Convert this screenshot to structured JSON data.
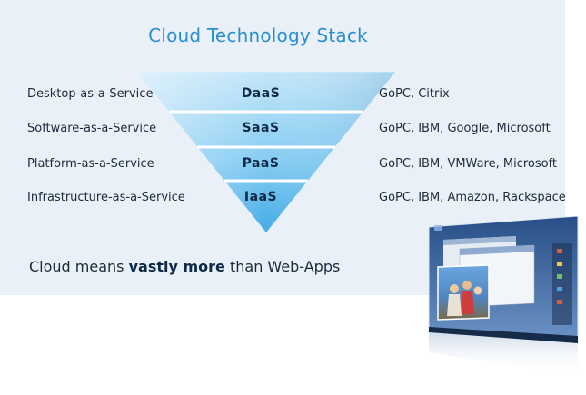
{
  "title": "Cloud Technology Stack",
  "rows": [
    {
      "service": "Desktop-as-a-Service",
      "abbr": "DaaS",
      "providers": "GoPC, Citrix"
    },
    {
      "service": "Software-as-a-Service",
      "abbr": "SaaS",
      "providers": "GoPC, IBM, Google,  Microsoft"
    },
    {
      "service": "Platform-as-a-Service",
      "abbr": "PaaS",
      "providers": "GoPC, IBM, VMWare, Microsoft"
    },
    {
      "service": "Infrastructure-as-a-Service",
      "abbr": "IaaS",
      "providers": "GoPC, IBM, Amazon, Rackspace"
    }
  ],
  "tagline": {
    "before": "Cloud means ",
    "bold": "vastly more",
    "after": " than Web-Apps"
  },
  "colors": {
    "panel": "#e9f0f8",
    "title": "#2a8fcf",
    "funnel_top": "#b9e1f7",
    "funnel_bottom": "#4fb2ea",
    "band_separator": "#ffffff"
  },
  "screenshot": {
    "icon": "desktop-screenshot-image"
  }
}
